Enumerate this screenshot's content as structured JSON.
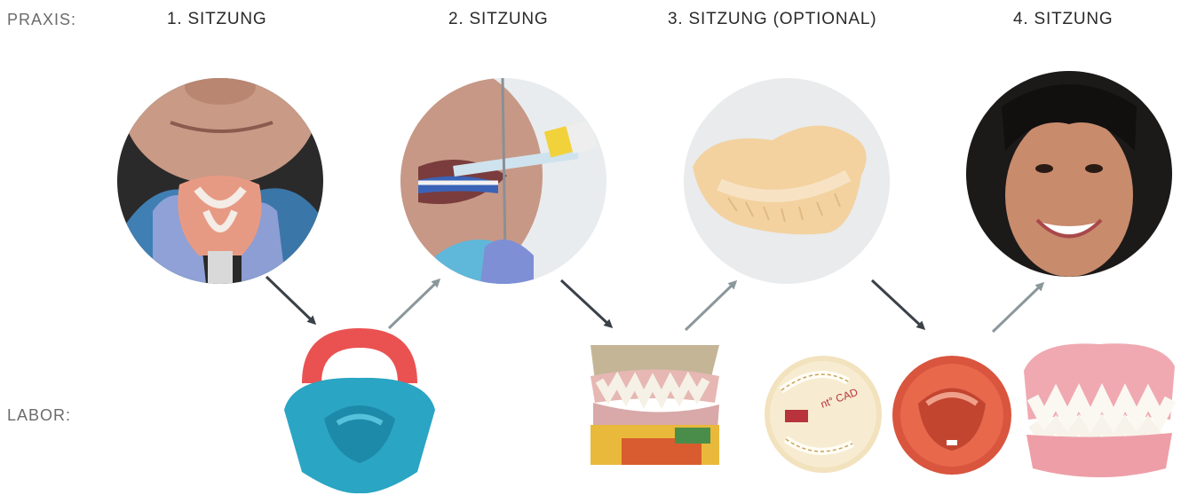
{
  "praxis_label": "PRAXIS:",
  "labor_label": "LABOR:",
  "sessions": [
    {
      "label": "1. SITZUNG"
    },
    {
      "label": "2. SITZUNG"
    },
    {
      "label": "3. SITZUNG (OPTIONAL)"
    },
    {
      "label": "4. SITZUNG"
    }
  ],
  "puck_text": "nt° CAD",
  "colors": {
    "arrow_down": "#3a4148",
    "arrow_up": "#8c979c"
  }
}
